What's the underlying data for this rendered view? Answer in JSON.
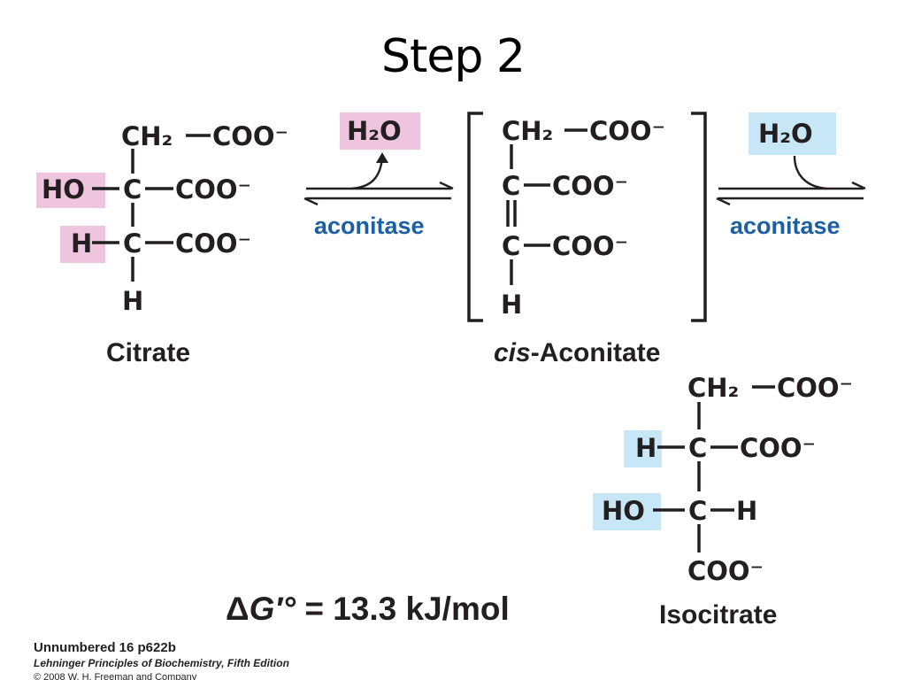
{
  "title": "Step 2",
  "colors": {
    "pink_highlight": "#efc4df",
    "blue_highlight": "#c8e7f6",
    "enzyme_text": "#1c5fa3",
    "ink": "#231f20"
  },
  "atoms": {
    "ch2": "CH₂",
    "coo_minus": "COO⁻",
    "ho": "HO",
    "h": "H",
    "c": "C"
  },
  "reagents": {
    "water_released": "H₂O",
    "water_added": "H₂O"
  },
  "enzymes": {
    "first_reaction": "aconitase",
    "second_reaction": "aconitase"
  },
  "molecules": {
    "citrate": "Citrate",
    "cis_aconitate_prefix": "cis",
    "cis_aconitate_rest": "-Aconitate",
    "isocitrate": "Isocitrate"
  },
  "energy": {
    "delta": "Δ",
    "g_prime_degree": "G′°",
    "value": " = 13.3 kJ/mol"
  },
  "credits": {
    "figure_id": "Unnumbered 16 p622b",
    "book": "Lehninger Principles of Biochemistry, Fifth Edition",
    "copyright": "© 2008 W. H. Freeman and Company"
  }
}
